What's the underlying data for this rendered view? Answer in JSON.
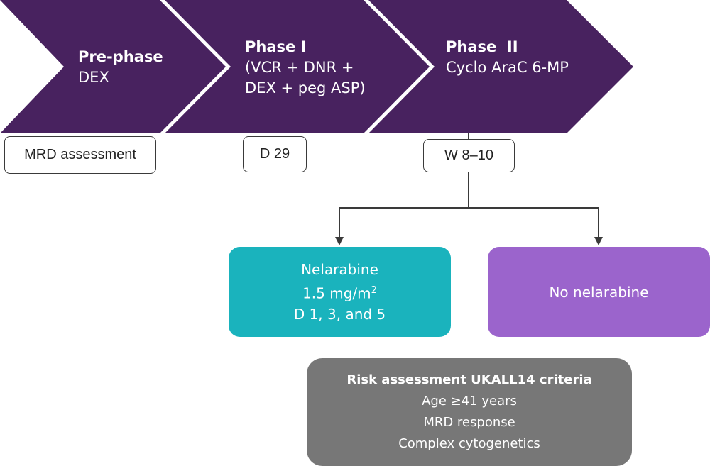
{
  "colors": {
    "chevron": "#48225f",
    "teal": "#1ab3bd",
    "violet": "#9b64cc",
    "risk_box": "#777777",
    "connector": "#3a3a3a"
  },
  "phases": [
    {
      "title": "Pre-phase",
      "detail": "DEX"
    },
    {
      "title": "Phase I",
      "detail": "(VCR + DNR +\nDEX + peg ASP)"
    },
    {
      "title": "Phase  II",
      "detail": "Cyclo AraC 6-MP"
    }
  ],
  "timepoints": [
    {
      "label": "MRD assessment"
    },
    {
      "label": "D 29"
    },
    {
      "label": "W 8–10"
    }
  ],
  "outcomes": {
    "nelarabine": {
      "name": "Nelarabine",
      "dose": "1.5 mg/m",
      "dose_superscript": "2",
      "days": "D 1, 3, and 5"
    },
    "no_nelarabine": {
      "label": "No nelarabine"
    }
  },
  "risk_assessment": {
    "title": "Risk assessment UKALL14 criteria",
    "criteria": [
      "Age ≥41 years",
      "MRD response",
      "Complex cytogenetics"
    ]
  }
}
